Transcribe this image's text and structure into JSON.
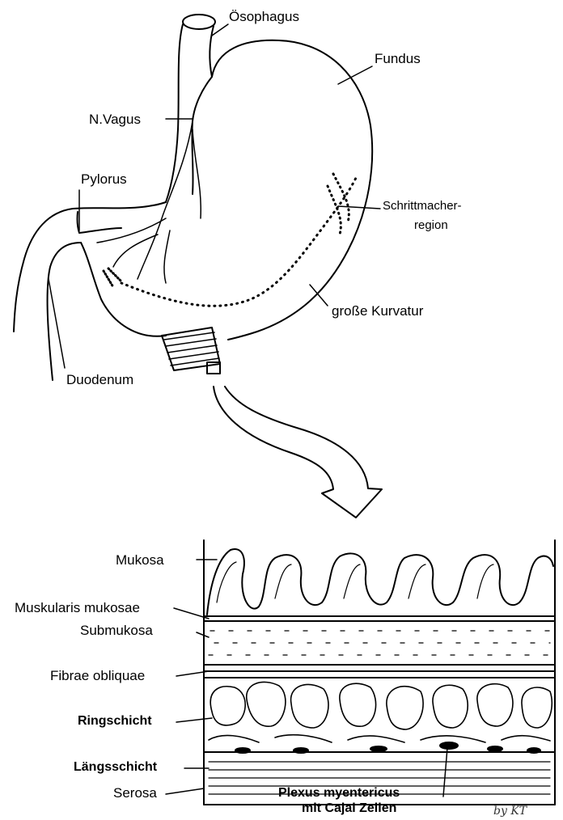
{
  "stomach_labels": {
    "oesophagus": "Ösophagus",
    "fundus": "Fundus",
    "vagus": "N.Vagus",
    "pylorus": "Pylorus",
    "pacemaker_line1": "Schrittmacher-",
    "pacemaker_line2": "region",
    "greater_curvature": "große Kurvatur",
    "duodenum": "Duodenum"
  },
  "wall_layers": {
    "mucosa": "Mukosa",
    "muscularis_mucosae": "Muskularis mukosae",
    "submucosa": "Submukosa",
    "oblique_fibres": "Fibrae obliquae",
    "circular_layer": "Ringschicht",
    "longitudinal_layer": "Längsschicht",
    "serosa": "Serosa",
    "plexus_line1": "Plexus myentericus",
    "plexus_line2": "mit Cajal Zellen"
  },
  "signature": "by KT"
}
